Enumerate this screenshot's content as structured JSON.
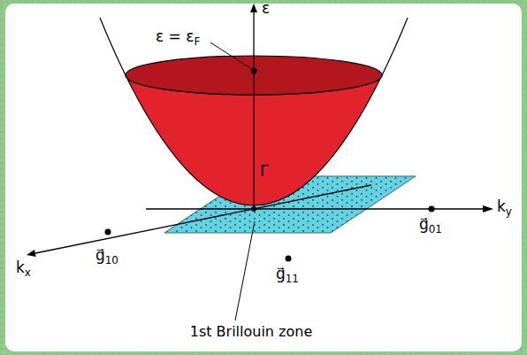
{
  "diagram": {
    "labels": [
      "ε",
      "ε = εF",
      "Γ",
      "ky",
      "g⃗01",
      "kx",
      "g⃗10",
      "g⃗11",
      "1st Brillouin zone"
    ]
  }
}
